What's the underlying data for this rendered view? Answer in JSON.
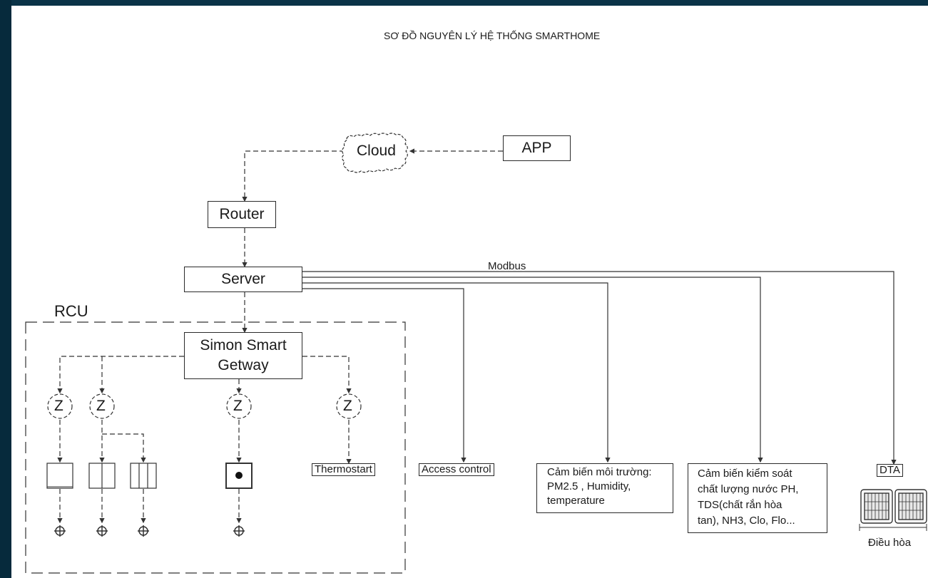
{
  "diagram": {
    "title": "SƠ ĐỒ NGUYÊN LÝ HỆ THỐNG SMARTHOME",
    "nodes": {
      "cloud": "Cloud",
      "app": "APP",
      "router": "Router",
      "server": "Server",
      "gateway_line1": "Simon Smart",
      "gateway_line2": "Getway",
      "rcu": "RCU",
      "modbus": "Modbus",
      "thermostat": "Thermostart",
      "access_control": "Access control",
      "env_sensor": [
        "Cảm biến môi trường:",
        "PM2.5 , Humidity,",
        "temperature"
      ],
      "water_sensor": [
        "Cảm biến kiểm soát",
        "chất lượng nước PH,",
        "TDS(chất rắn hòa",
        "tan), NH3, Clo, Flo..."
      ],
      "dta": "DTA",
      "ac_unit": "Điều hòa",
      "zigbee": "Z"
    }
  }
}
